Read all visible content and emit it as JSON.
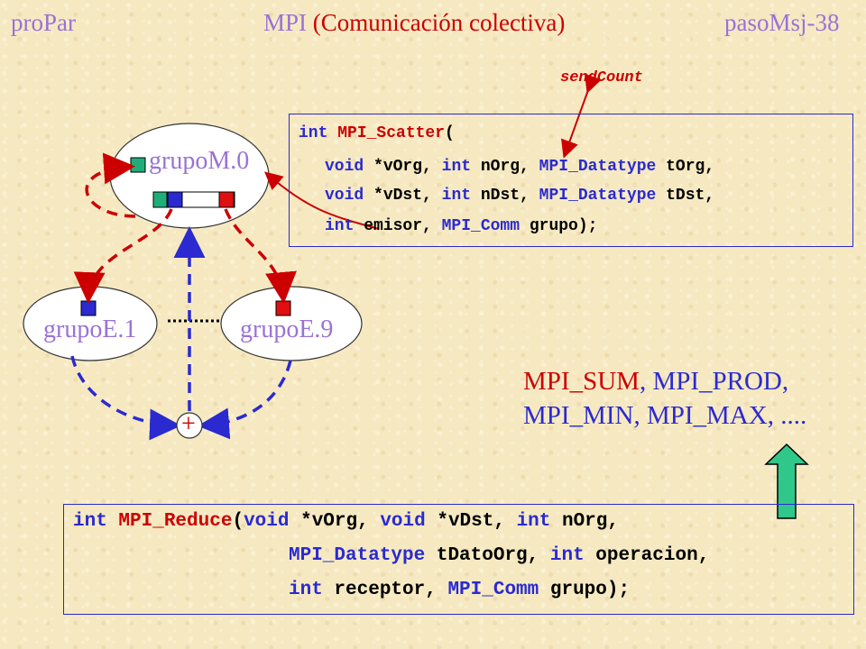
{
  "header": {
    "left": "proPar",
    "center_mpi": "MPI",
    "center_rest": "(Comunicación colectiva)",
    "right": "pasoMsj-38"
  },
  "scatter": {
    "line1_kw": "int ",
    "line1_fn": "MPI_Scatter",
    "line1_end": "(",
    "line2_kw1": "void",
    "line2_a": " *vOrg, ",
    "line2_kw2": "int",
    "line2_b": " nOrg, ",
    "line2_kw3": "MPI_Datatype",
    "line2_c": " tOrg,",
    "line3_kw1": "void",
    "line3_a": " *vDst, ",
    "line3_kw2": "int",
    "line3_b": " nDst, ",
    "line3_kw3": "MPI_Datatype",
    "line3_c": " tDst,",
    "line4_kw1": "int",
    "line4_a": " emisor, ",
    "line4_kw2": "MPI_Comm",
    "line4_b": " grupo);"
  },
  "annotation": {
    "send_count": "sendCount"
  },
  "groups": {
    "master": "grupoM.0",
    "e1": "grupoE.1",
    "e9": "grupoE.9",
    "reduce_symbol": "+"
  },
  "operations": {
    "line1_a": "MPI_SUM",
    "line1_b": ", MPI_PROD,",
    "line2": "MPI_MIN, MPI_MAX, ...."
  },
  "reduce": {
    "line1_kw1": "int ",
    "line1_fn": "MPI_Reduce",
    "line1_a": "(",
    "line1_kw2": "void",
    "line1_b": " *vOrg, ",
    "line1_kw3": "void",
    "line1_c": " *vDst, ",
    "line1_kw4": "int",
    "line1_d": " nOrg,",
    "line2_kw1": "MPI_Datatype",
    "line2_a": " tDatoOrg, ",
    "line2_kw2": "int",
    "line2_b": " operacion,",
    "line3_kw1": "int",
    "line3_a": " receptor, ",
    "line3_kw2": "MPI_Comm",
    "line3_b": " grupo);"
  },
  "colors": {
    "background": "#f6e9c2",
    "header_purple": "#9a72d6",
    "keyword_blue": "#2a2ad0",
    "accent_red": "#cc0000",
    "block_green": "#1fae7a",
    "arrow_green": "#2fc88a"
  }
}
